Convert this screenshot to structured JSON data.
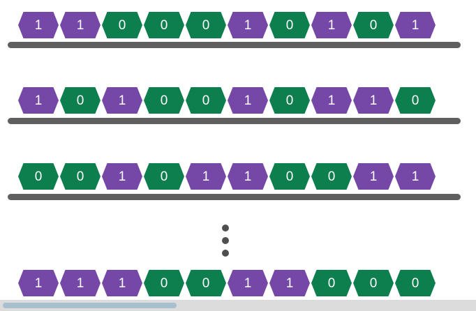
{
  "colors": {
    "one": "#7548a8",
    "zero": "#0d7f4f",
    "bar": "#5f5f5f"
  },
  "sequences": [
    {
      "id": "row-1",
      "bits": [
        "1",
        "1",
        "0",
        "0",
        "0",
        "1",
        "0",
        "1",
        "0",
        "1"
      ]
    },
    {
      "id": "row-2",
      "bits": [
        "1",
        "0",
        "1",
        "0",
        "0",
        "1",
        "0",
        "1",
        "1",
        "0"
      ]
    },
    {
      "id": "row-3",
      "bits": [
        "0",
        "0",
        "1",
        "0",
        "1",
        "1",
        "0",
        "0",
        "1",
        "1"
      ]
    },
    {
      "id": "row-last",
      "bits": [
        "1",
        "1",
        "1",
        "0",
        "0",
        "1",
        "1",
        "0",
        "0",
        "0"
      ]
    }
  ]
}
